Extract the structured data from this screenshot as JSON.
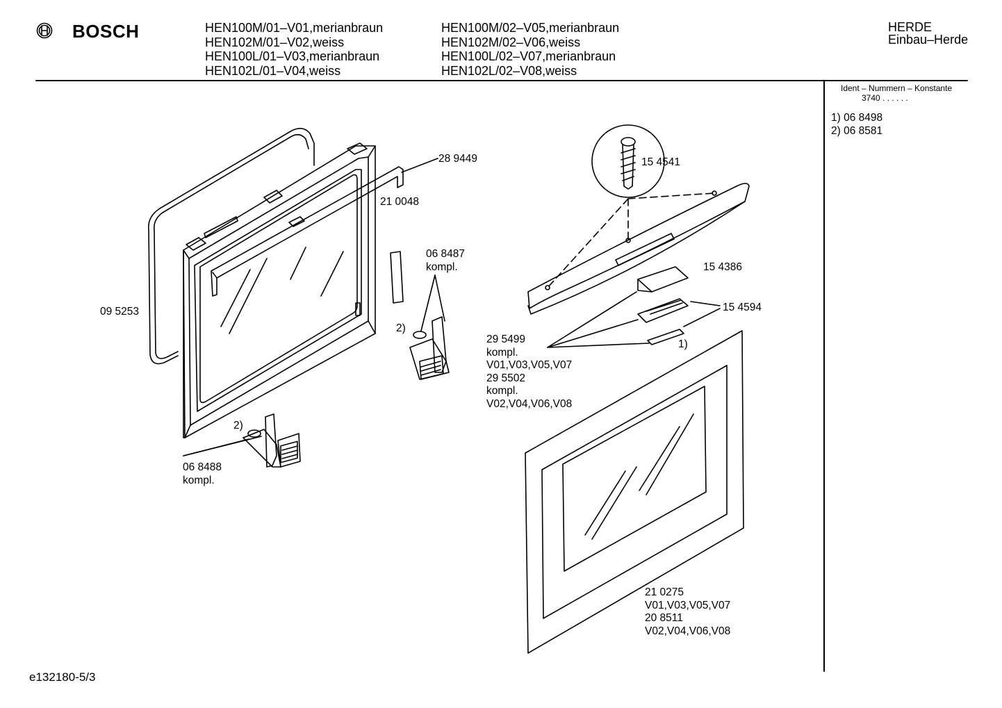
{
  "header": {
    "brand": "BOSCH",
    "models_left": [
      "HEN100M/01–V01,merianbraun",
      "HEN102M/01–V02,weiss",
      "HEN100L/01–V03,merianbraun",
      "HEN102L/01–V04,weiss"
    ],
    "models_right": [
      "HEN100M/02–V05,merianbraun",
      "HEN102M/02–V06,weiss",
      "HEN100L/02–V07,merianbraun",
      "HEN102L/02–V08,weiss"
    ],
    "category": "HERDE",
    "subcategory": "Einbau–Herde"
  },
  "sidebar": {
    "ident_title": "Ident – Nummern – Konstante",
    "ident_value": "3740 .  .  .  .  .  .",
    "notes": [
      "1)  06 8498",
      "2)  06 8581"
    ]
  },
  "part_labels": {
    "p289449": "28 9449",
    "p210048": "21 0048",
    "p095253": "09 5253",
    "p068487": [
      "06 8487",
      "kompl."
    ],
    "p068488": [
      "06 8488",
      "kompl."
    ],
    "note2_top": "2)",
    "note2_bottom": "2)",
    "p154541": "15 4541",
    "p154386": "15 4386",
    "p154594": "15 4594",
    "note1": "1)",
    "p295499": [
      "29 5499",
      "kompl.",
      "V01,V03,V05,V07",
      "29 5502",
      "kompl.",
      "V02,V04,V06,V08"
    ],
    "p210275": [
      "21 0275",
      "V01,V03,V05,V07",
      "20 8511",
      "V02,V04,V06,V08"
    ]
  },
  "footer": {
    "code": "e132180-5/3"
  }
}
